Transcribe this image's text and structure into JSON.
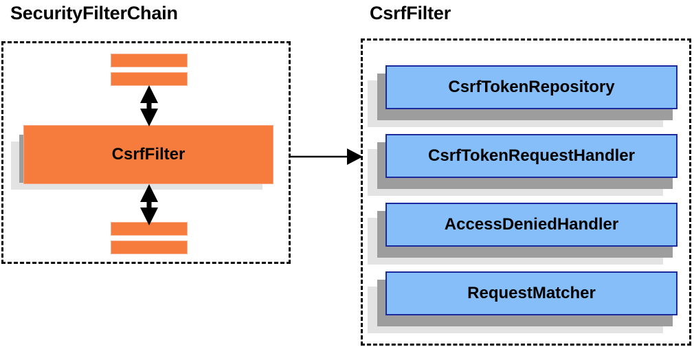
{
  "diagram": {
    "title_left": "SecurityFilterChain",
    "title_right": "CsrfFilter",
    "colors": {
      "orange_fill": "#f57c3c",
      "orange_border": "#f8b08f",
      "blue_fill": "#85bef9",
      "blue_border": "#1b2a9e",
      "shadow_dark": "#9d9d9d",
      "shadow_light": "#e3e3e3",
      "outline": "#000000"
    }
  },
  "left_panel": {
    "title": "SecurityFilterChain",
    "main_block": {
      "label": "CsrfFilter"
    },
    "filters_above": [
      {
        "label": ""
      },
      {
        "label": ""
      }
    ],
    "filters_below": [
      {
        "label": ""
      },
      {
        "label": ""
      }
    ],
    "arrows": [
      {
        "name": "arrow-up-down-above",
        "direction": "bidirectional",
        "orientation": "vertical"
      },
      {
        "name": "arrow-up-down-below",
        "direction": "bidirectional",
        "orientation": "vertical"
      }
    ]
  },
  "connector": {
    "name": "arrow-securityfilterchain-to-csrffilter",
    "direction": "right",
    "from": "SecurityFilterChain",
    "to": "CsrfFilter"
  },
  "right_panel": {
    "title": "CsrfFilter",
    "components": [
      {
        "label": "CsrfTokenRepository"
      },
      {
        "label": "CsrfTokenRequestHandler"
      },
      {
        "label": "AccessDeniedHandler"
      },
      {
        "label": "RequestMatcher"
      }
    ]
  }
}
